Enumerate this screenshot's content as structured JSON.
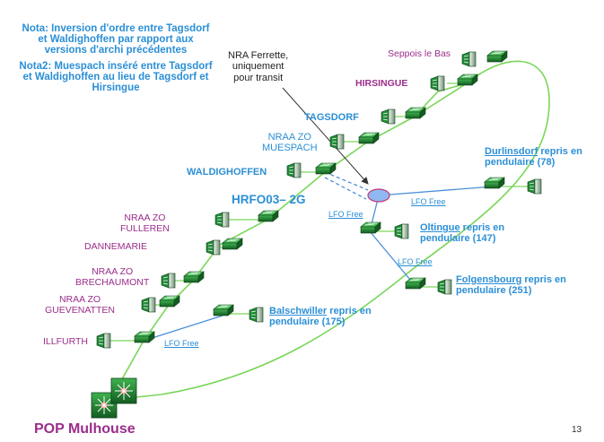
{
  "notes": {
    "nota1": "Nota: Inversion d'ordre entre Tagsdorf et Waldighoffen par rapport aux versions d'archi précédentes",
    "nota2": "Nota2: Muespach inséré entre Tagsdorf et Waldighoffen au lieu de Tagsdorf et Hirsingue"
  },
  "callout": {
    "line1": "NRA Ferrette,",
    "line2": "uniquement",
    "line3": "pour transit"
  },
  "ring_label": "HRFO03– 2G",
  "sites": {
    "seppois": "Seppois le Bas",
    "hirsingue": "HIRSINGUE",
    "tagsdorf": "TAGSDORF",
    "muespach_l1": "NRAA ZO",
    "muespach_l2": "MUESPACH",
    "waldighoffen": "WALDIGHOFFEN",
    "fulleren_l1": "NRAA ZO",
    "fulleren_l2": "FULLEREN",
    "dannemarie": "DANNEMARIE",
    "brechaumont_l1": "NRAA ZO",
    "brechaumont_l2": "BRECHAUMONT",
    "guevenatten_l1": "NRAA ZO",
    "guevenatten_l2": "GUEVENATTEN",
    "illfurth": "ILLFURTH"
  },
  "pendulaires": {
    "durlinsdorf_name": "Durlinsdorf",
    "durlinsdorf_rest1": " repris en",
    "durlinsdorf_rest2": "pendulaire (78)",
    "oltingue_name": "Oltingue",
    "oltingue_rest1": " repris en",
    "oltingue_rest2": "pendulaire (147)",
    "folgensbourg_name": "Folgensbourg",
    "folgensbourg_rest1": " repris en",
    "folgensbourg_rest2": "pendulaire (251)",
    "balschwiller_name": "Balschwiller",
    "balschwiller_rest1": " repris en",
    "balschwiller_rest2": "pendulaire (175)"
  },
  "lfo": {
    "l1": "LFO Free",
    "l2": "LFO Free",
    "l3": "LFO Free",
    "l4": "LFO Free"
  },
  "pop": "POP Mulhouse",
  "page_number": "13",
  "colors": {
    "ring": "#7ad65a",
    "lfo_link": "#4a90d9",
    "site_blue": "#2b8fd6",
    "site_purple": "#9b2d8a",
    "switch_green": "#1f8a35",
    "node_fill": "#8fb8f0",
    "node_stroke": "#c0397a"
  }
}
